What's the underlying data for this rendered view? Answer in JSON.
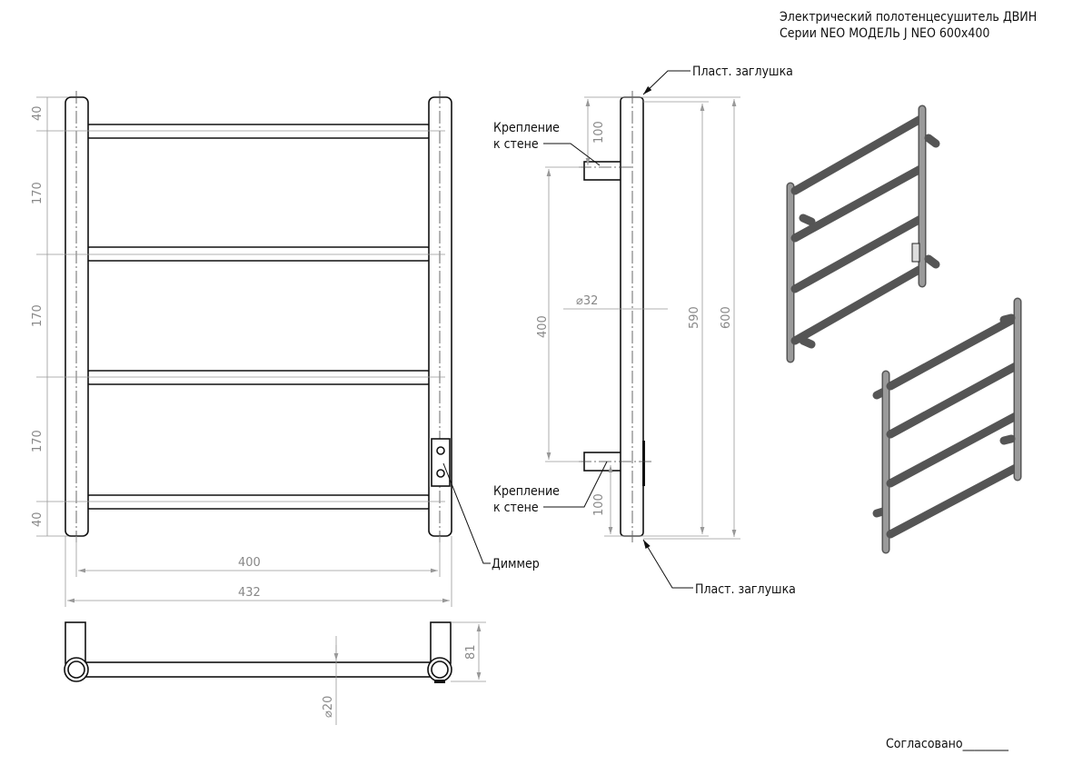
{
  "title": {
    "line1": "Электрический полотенцесушитель ДВИН",
    "line2": "Серии NEO МОДЕЛЬ J NEO 600x400"
  },
  "front_view": {
    "vertical_dims": [
      "40",
      "170",
      "170",
      "170",
      "40"
    ],
    "width_inner": "400",
    "width_outer": "432",
    "dimmer_label": "Диммер"
  },
  "top_view": {
    "depth": "81",
    "rail_diameter": "⌀20"
  },
  "side_view": {
    "cap_label_top": "Пласт. заглушка",
    "cap_label_bottom": "Пласт. заглушка",
    "mount_label_top_1": "Крепление",
    "mount_label_top_2": "к стене",
    "mount_label_bottom_1": "Крепление",
    "mount_label_bottom_2": "к стене",
    "dim_top_offset": "100",
    "dim_mount_spacing": "400",
    "dim_bottom_offset": "100",
    "pipe_diameter": "⌀32",
    "dim_590": "590",
    "dim_600": "600"
  },
  "approval": "Согласовано________"
}
